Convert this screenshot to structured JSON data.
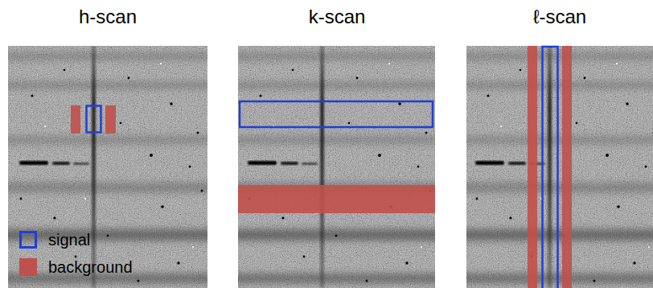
{
  "diagram": {
    "labels": [
      "h-scan",
      "k-scan",
      "ℓ-scan"
    ],
    "legend": [
      {
        "text": "signal"
      },
      {
        "text": "background",
        "color": "#c0504d"
      }
    ]
  }
}
